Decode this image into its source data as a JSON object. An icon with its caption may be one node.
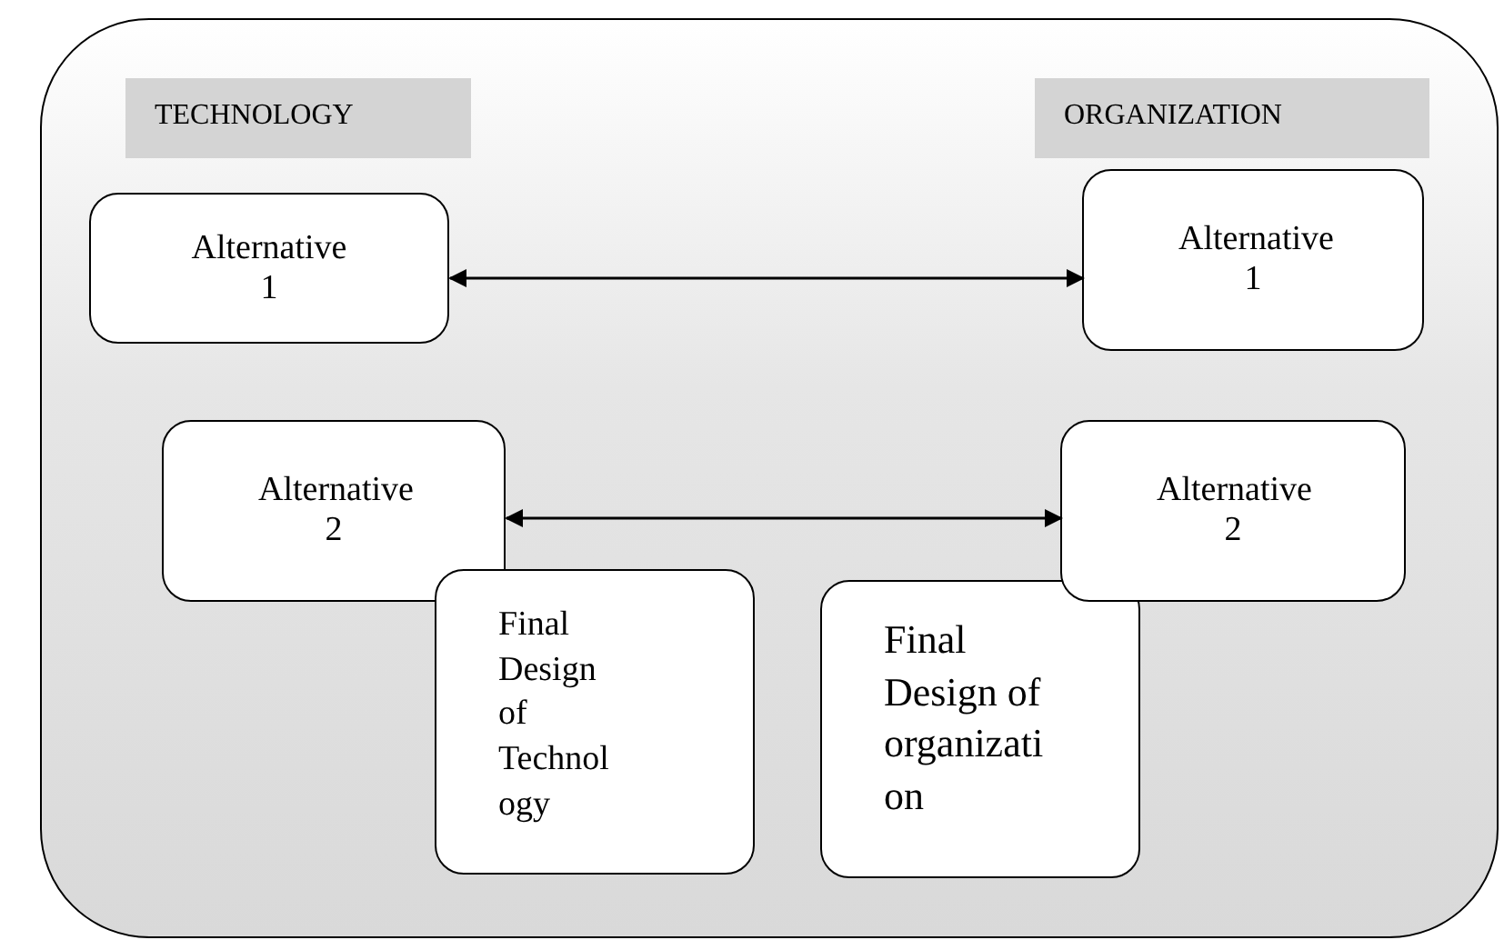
{
  "diagram": {
    "nodes": [
      {
        "text": [],
        "shape": "box"
      },
      {
        "text": [
          "TECHNOLOGY"
        ],
        "in": 0
      },
      {
        "text": [
          "ORGANIZATION"
        ],
        "in": 0
      },
      {
        "text": [
          "Alternative 1"
        ],
        "in": 0
      },
      {
        "text": [
          "Alternative 1"
        ],
        "in": 0
      },
      {
        "text": [
          "Alternative 2"
        ],
        "in": 0
      },
      {
        "text": [
          "Alternative 2"
        ],
        "in": 0
      },
      {
        "text": [
          "Final Design of Technology"
        ],
        "in": 0
      },
      {
        "text": [
          "Final Design of organization"
        ],
        "in": 0
      }
    ],
    "edges": [
      {
        "from": 3,
        "to": 4,
        "arrow": "both"
      },
      {
        "from": 5,
        "to": 6,
        "arrow": "both"
      }
    ]
  }
}
